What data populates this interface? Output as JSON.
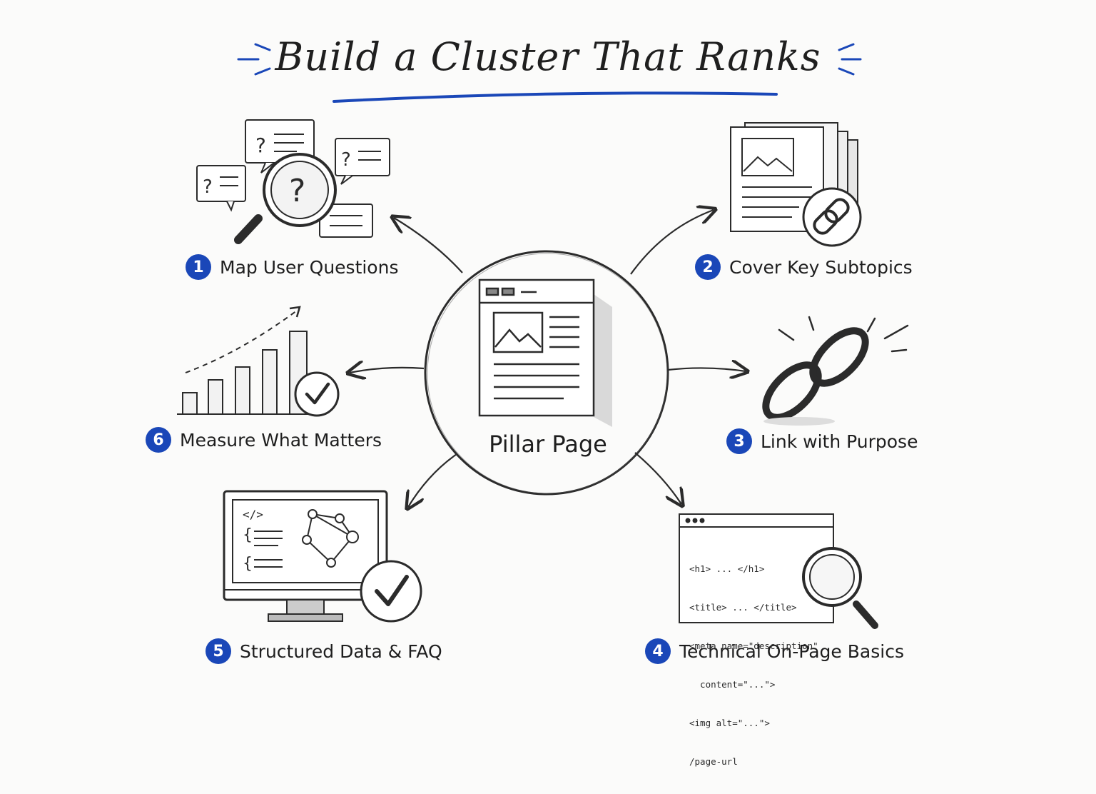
{
  "title": "Build a Cluster That Ranks",
  "colors": {
    "accent": "#1a47b8",
    "ink": "#2a2a2a"
  },
  "center": {
    "label": "Pillar Page",
    "icon": "web-page-icon"
  },
  "steps": [
    {
      "number": "1",
      "label": "Map User Questions",
      "icon": "magnifier-questions-icon"
    },
    {
      "number": "2",
      "label": "Cover Key Subtopics",
      "icon": "documents-link-icon"
    },
    {
      "number": "3",
      "label": "Link with Purpose",
      "icon": "chain-link-icon"
    },
    {
      "number": "4",
      "label": "Technical On-Page Basics",
      "icon": "code-window-magnifier-icon"
    },
    {
      "number": "5",
      "label": "Structured Data & FAQ",
      "icon": "monitor-check-icon"
    },
    {
      "number": "6",
      "label": "Measure What Matters",
      "icon": "bar-chart-check-icon"
    }
  ],
  "code_snippet": [
    "<h1> ... </h1>",
    "<title> ... </title>",
    "<meta name=\"description\"",
    "  content=\"...\">",
    "<img alt=\"...\">",
    "/page-url"
  ],
  "monitor_code": "</>"
}
